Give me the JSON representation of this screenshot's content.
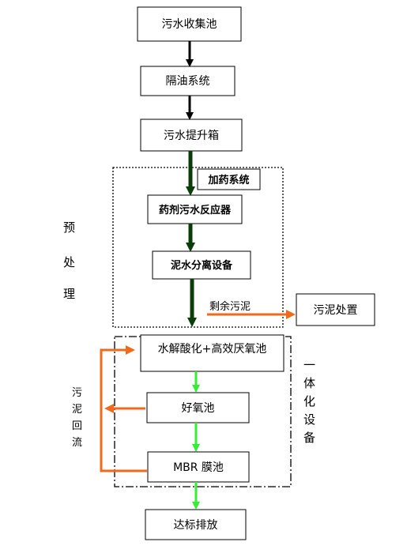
{
  "nodes": {
    "collection_tank": "污水收集池",
    "oil_separation": "隔油系统",
    "lift_tank": "污水提升箱",
    "dosing_system": "加药系统",
    "reactor": "药剂污水反应器",
    "separation": "泥水分离设备",
    "sludge_disposal": "污泥处置",
    "hydrolysis": "水解酸化+高效厌氧池",
    "aerobic": "好氧池",
    "mbr": "MBR 膜池",
    "discharge": "达标排放"
  },
  "labels": {
    "pretreatment": [
      "预",
      "处",
      "理"
    ],
    "integrated_equipment": [
      "一",
      "体",
      "化",
      "设",
      "备"
    ],
    "sludge_return": [
      "污",
      "泥",
      "回",
      "流"
    ],
    "residual_sludge": "剩余污泥"
  },
  "colors": {
    "arrow_black": "#000000",
    "arrow_dark_green": "#0b3d0b",
    "arrow_green": "#33ee33",
    "arrow_orange": "#ee6a1c"
  }
}
